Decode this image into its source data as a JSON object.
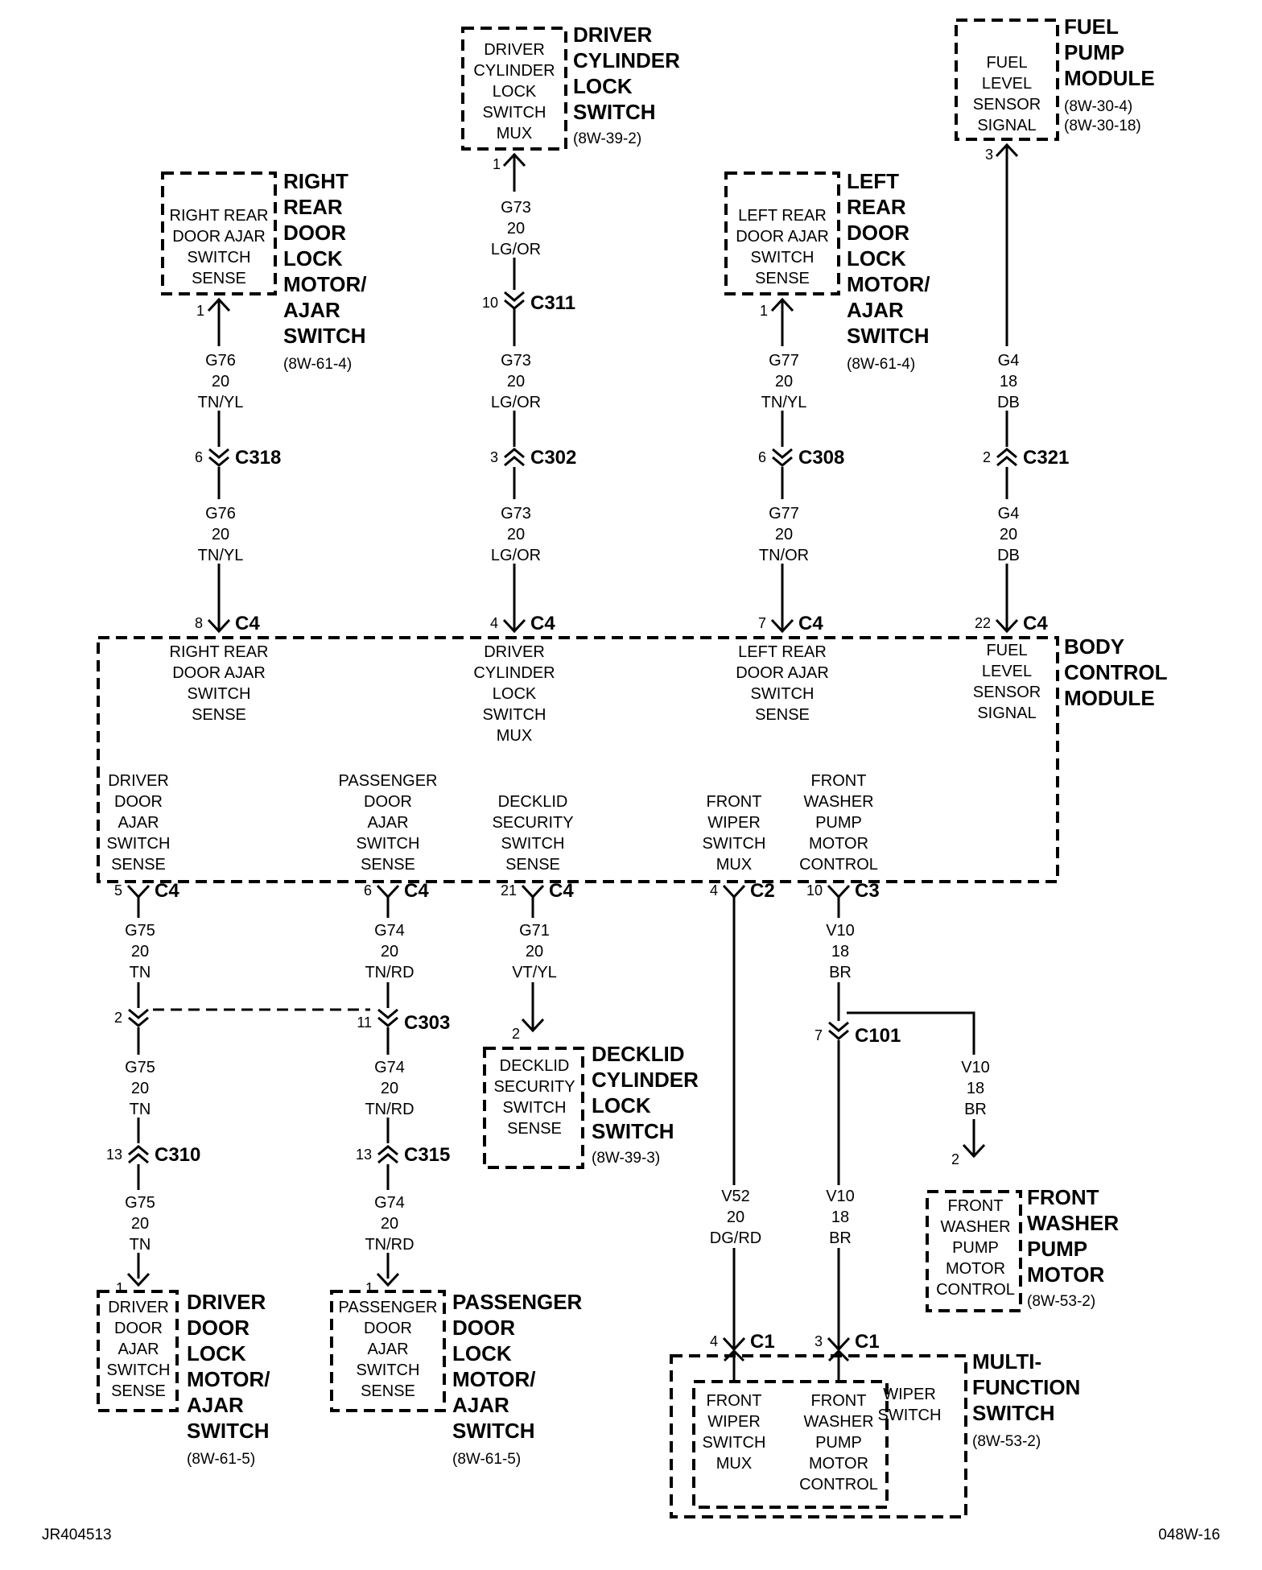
{
  "diagram": {
    "components": [
      {
        "id": "drv_cyl",
        "name": [
          "DRIVER",
          "CYLINDER",
          "LOCK",
          "SWITCH"
        ],
        "ref": [
          "(8W-39-2)"
        ],
        "inner": [
          "DRIVER",
          "CYLINDER",
          "LOCK",
          "SWITCH",
          "MUX"
        ],
        "pin": "1"
      },
      {
        "id": "fuel_pump",
        "name": [
          "FUEL",
          "PUMP",
          "MODULE"
        ],
        "ref": [
          "(8W-30-4)",
          "(8W-30-18)"
        ],
        "inner": [
          "FUEL",
          "LEVEL",
          "SENSOR",
          "SIGNAL"
        ],
        "pin": "3"
      },
      {
        "id": "rr_door",
        "name": [
          "RIGHT",
          "REAR",
          "DOOR",
          "LOCK",
          "MOTOR/",
          "AJAR",
          "SWITCH"
        ],
        "ref": [
          "(8W-61-4)"
        ],
        "inner": [
          "RIGHT REAR",
          "DOOR AJAR",
          "SWITCH",
          "SENSE"
        ],
        "pin": "1"
      },
      {
        "id": "lr_door",
        "name": [
          "LEFT",
          "REAR",
          "DOOR",
          "LOCK",
          "MOTOR/",
          "AJAR",
          "SWITCH"
        ],
        "ref": [
          "(8W-61-4)"
        ],
        "inner": [
          "LEFT REAR",
          "DOOR AJAR",
          "SWITCH",
          "SENSE"
        ],
        "pin": "1"
      },
      {
        "id": "bcm",
        "name": [
          "BODY",
          "CONTROL",
          "MODULE"
        ],
        "ref": [],
        "inner": [],
        "pin": ""
      },
      {
        "id": "decklid",
        "name": [
          "DECKLID",
          "CYLINDER",
          "LOCK",
          "SWITCH"
        ],
        "ref": [
          "(8W-39-3)"
        ],
        "inner": [
          "DECKLID",
          "SECURITY",
          "SWITCH",
          "SENSE"
        ],
        "pin": "2"
      },
      {
        "id": "fw_pump",
        "name": [
          "FRONT",
          "WASHER",
          "PUMP",
          "MOTOR"
        ],
        "ref": [
          "(8W-53-2)"
        ],
        "inner": [
          "FRONT",
          "WASHER",
          "PUMP",
          "MOTOR",
          "CONTROL"
        ],
        "pin": "2"
      },
      {
        "id": "drv_door",
        "name": [
          "DRIVER",
          "DOOR",
          "LOCK",
          "MOTOR/",
          "AJAR",
          "SWITCH"
        ],
        "ref": [
          "(8W-61-5)"
        ],
        "inner": [
          "DRIVER",
          "DOOR",
          "AJAR",
          "SWITCH",
          "SENSE"
        ],
        "pin": "1"
      },
      {
        "id": "pass_door",
        "name": [
          "PASSENGER",
          "DOOR",
          "LOCK",
          "MOTOR/",
          "AJAR",
          "SWITCH"
        ],
        "ref": [
          "(8W-61-5)"
        ],
        "inner": [
          "PASSENGER",
          "DOOR",
          "AJAR",
          "SWITCH",
          "SENSE"
        ],
        "pin": "1"
      },
      {
        "id": "mfs",
        "name": [
          "MULTI-",
          "FUNCTION",
          "SWITCH"
        ],
        "ref": [
          "(8W-53-2)"
        ],
        "inner": [],
        "pin": ""
      }
    ],
    "bcm_labels": [
      [
        "RIGHT REAR",
        "DOOR AJAR",
        "SWITCH",
        "SENSE"
      ],
      [
        "DRIVER",
        "CYLINDER",
        "LOCK",
        "SWITCH",
        "MUX"
      ],
      [
        "LEFT REAR",
        "DOOR AJAR",
        "SWITCH",
        "SENSE"
      ],
      [
        "FUEL",
        "LEVEL",
        "SENSOR",
        "SIGNAL"
      ],
      [
        "DRIVER",
        "DOOR",
        "AJAR",
        "SWITCH",
        "SENSE"
      ],
      [
        "PASSENGER",
        "DOOR",
        "AJAR",
        "SWITCH",
        "SENSE"
      ],
      [
        "DECKLID",
        "SECURITY",
        "SWITCH",
        "SENSE"
      ],
      [
        "FRONT",
        "WIPER",
        "SWITCH",
        "MUX"
      ],
      [
        "FRONT",
        "WASHER",
        "PUMP",
        "MOTOR",
        "CONTROL"
      ]
    ],
    "mfs_labels": [
      [
        "FRONT",
        "WIPER",
        "SWITCH",
        "MUX"
      ],
      [
        "FRONT",
        "WASHER",
        "PUMP",
        "MOTOR",
        "CONTROL"
      ],
      [
        "WIPER",
        "SWITCH"
      ]
    ],
    "wires": [
      [
        "G76",
        "20",
        "TN/YL"
      ],
      [
        "G76",
        "20",
        "TN/YL"
      ],
      [
        "G73",
        "20",
        "LG/OR"
      ],
      [
        "G73",
        "20",
        "LG/OR"
      ],
      [
        "G73",
        "20",
        "LG/OR"
      ],
      [
        "G77",
        "20",
        "TN/YL"
      ],
      [
        "G77",
        "20",
        "TN/OR"
      ],
      [
        "G4",
        "18",
        "DB"
      ],
      [
        "G4",
        "20",
        "DB"
      ],
      [
        "G75",
        "20",
        "TN"
      ],
      [
        "G75",
        "20",
        "TN"
      ],
      [
        "G75",
        "20",
        "TN"
      ],
      [
        "G74",
        "20",
        "TN/RD"
      ],
      [
        "G74",
        "20",
        "TN/RD"
      ],
      [
        "G74",
        "20",
        "TN/RD"
      ],
      [
        "G71",
        "20",
        "VT/YL"
      ],
      [
        "V52",
        "20",
        "DG/RD"
      ],
      [
        "V10",
        "18",
        "BR"
      ],
      [
        "V10",
        "18",
        "BR"
      ],
      [
        "V10",
        "18",
        "BR"
      ]
    ],
    "connectors": [
      {
        "pin": "10",
        "name": "C311"
      },
      {
        "pin": "6",
        "name": "C318"
      },
      {
        "pin": "3",
        "name": "C302"
      },
      {
        "pin": "6",
        "name": "C308"
      },
      {
        "pin": "2",
        "name": "C321"
      },
      {
        "pin": "8",
        "name": "C4"
      },
      {
        "pin": "4",
        "name": "C4"
      },
      {
        "pin": "7",
        "name": "C4"
      },
      {
        "pin": "22",
        "name": "C4"
      },
      {
        "pin": "5",
        "name": "C4"
      },
      {
        "pin": "6",
        "name": "C4"
      },
      {
        "pin": "21",
        "name": "C4"
      },
      {
        "pin": "4",
        "name": "C2"
      },
      {
        "pin": "10",
        "name": "C3"
      },
      {
        "pin": "2",
        "name": ""
      },
      {
        "pin": "11",
        "name": "C303"
      },
      {
        "pin": "7",
        "name": "C101"
      },
      {
        "pin": "13",
        "name": "C310"
      },
      {
        "pin": "13",
        "name": "C315"
      },
      {
        "pin": "4",
        "name": "C1"
      },
      {
        "pin": "3",
        "name": "C1"
      }
    ],
    "footer_left": "JR404513",
    "footer_right": "048W-16"
  }
}
